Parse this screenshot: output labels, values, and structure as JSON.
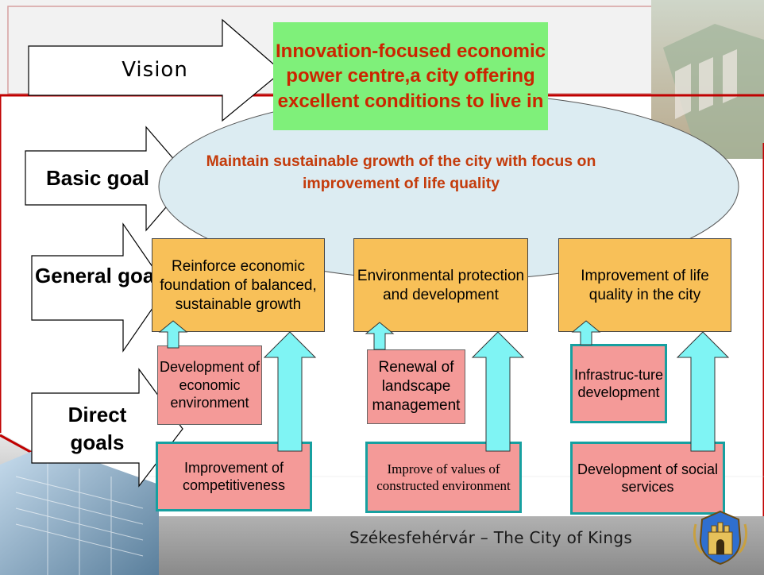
{
  "labels": {
    "vision": "Vision",
    "basic_goal": "Basic goal",
    "general_goals": "General goals",
    "direct_goals": "Direct goals"
  },
  "vision_text": "Innovation-focused economic power centre,a city offering excellent conditions to live in",
  "basic_goal_text": "Maintain sustainable growth of the city with focus on improvement of life quality",
  "general_goals": [
    "Reinforce economic foundation of balanced, sustainable growth",
    "Environmental protection and development",
    "Improvement of life quality in the city"
  ],
  "direct_goals": [
    "Development of economic environment",
    "Improvement of competitiveness",
    "Renewal of landscape management",
    "Improve of values of constructed environment",
    "Infrastruc-ture development",
    "Development of social services"
  ],
  "footer": "Székesfehérvár – The City of Kings",
  "colors": {
    "vision_box": "#7ff07a",
    "vision_text": "#cc2400",
    "ellipse": "#dcecf2",
    "general_box": "#f8c058",
    "direct_box": "#f49a98",
    "direct_border": "#17a0a0",
    "up_arrow": "#7ff4f4",
    "frame_line": "#c00000"
  }
}
